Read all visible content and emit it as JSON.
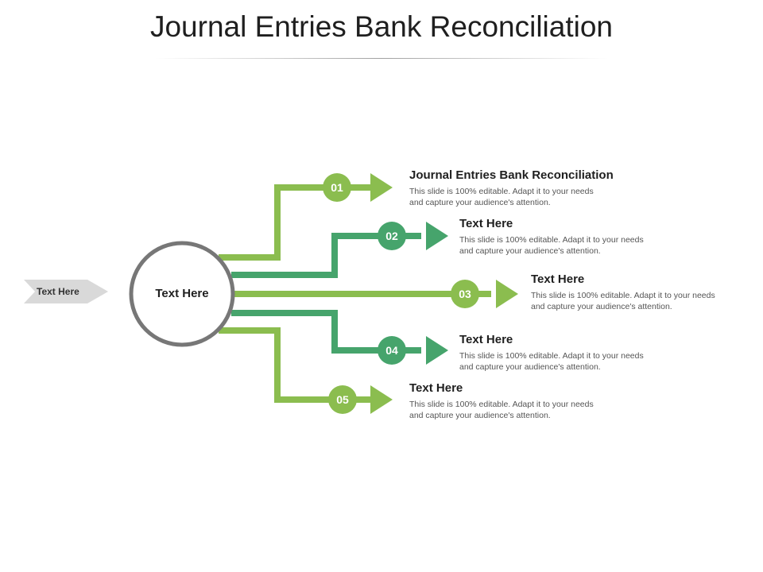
{
  "title": "Journal Entries Bank Reconciliation",
  "input_label": "Text Here",
  "hub_label": "Text Here",
  "colors": {
    "light_green": "#8bbd4f",
    "dark_green": "#46a46c",
    "hub_ring": "#777777",
    "input_arrow": "#d9d9d9"
  },
  "items": [
    {
      "number": "01",
      "heading": "Journal Entries Bank Reconciliation",
      "description": "This slide is 100% editable. Adapt it to your needs and capture your audience's attention."
    },
    {
      "number": "02",
      "heading": "Text Here",
      "description": "This slide is 100% editable. Adapt it to your needs and capture your audience's attention."
    },
    {
      "number": "03",
      "heading": "Text Here",
      "description": "This slide is 100% editable. Adapt it to your needs and capture your audience's attention."
    },
    {
      "number": "04",
      "heading": "Text Here",
      "description": "This slide is 100% editable. Adapt it to your needs and capture your audience's attention."
    },
    {
      "number": "05",
      "heading": "Text Here",
      "description": "This slide is 100% editable. Adapt it to your needs and capture your audience's attention."
    }
  ]
}
